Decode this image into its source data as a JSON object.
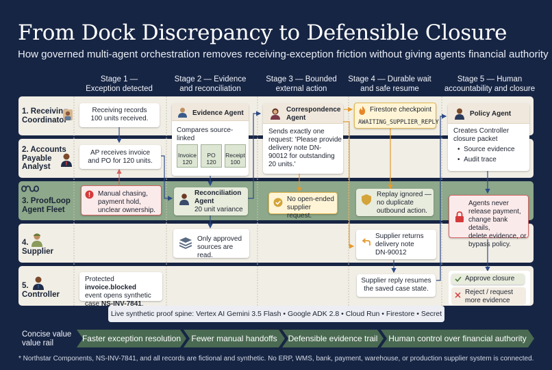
{
  "title": "From Dock Discrepancy to Defensible Closure",
  "subtitle": "How governed multi-agent orchestration removes receiving-exception friction without giving agents financial authority",
  "stages": [
    {
      "line1": "Stage 1 —",
      "line2": "Exception detected"
    },
    {
      "line1": "Stage 2 — Evidence",
      "line2": "and reconciliation"
    },
    {
      "line1": "Stage 3 — Bounded",
      "line2": "external action"
    },
    {
      "line1": "Stage 4 — Durable wait",
      "line2": "and safe resume"
    },
    {
      "line1": "Stage 5 — Human",
      "line2": "accountability and closure"
    }
  ],
  "lanes": [
    {
      "line1": "1. Receiving",
      "line2": "Coordinator",
      "line3": ""
    },
    {
      "line1": "2. Accounts",
      "line2": "Payable",
      "line3": "Analyst"
    },
    {
      "line1": "3. ProofLoop",
      "line2": "Agent Fleet",
      "line3": ""
    },
    {
      "line1": "4.",
      "line2": "Supplier",
      "line3": ""
    },
    {
      "line1": "5.",
      "line2": "Controller",
      "line3": ""
    }
  ],
  "cards": {
    "receiving_records": {
      "line1": "Receiving records",
      "line2": "100 units received."
    },
    "ap_receives": {
      "line1": "AP receives invoice",
      "line2": "and PO for 120 units."
    },
    "manual_chasing": {
      "line1": "Manual chasing,",
      "line2": "payment hold,",
      "line3": "unclear ownership."
    },
    "protected": {
      "line1a": "Protected ",
      "line1b": "invoice.blocked",
      "line2": "event opens synthetic",
      "line3a": "case ",
      "line3b": "NS-INV-7841",
      "line3c": "."
    },
    "evidence_agent": {
      "header": "Evidence Agent",
      "line1": "Compares source-",
      "line2": "linked"
    },
    "docs": [
      {
        "line1": "Invoice",
        "line2": "120"
      },
      {
        "line1": "PO",
        "line2": "120"
      },
      {
        "line1": "Receipt",
        "line2": "100"
      }
    ],
    "reconciliation": {
      "line1": "Reconciliation",
      "line2": "Agent",
      "line3": "20 unit variance"
    },
    "approved_sources": {
      "line1": "Only approved",
      "line2": "sources are read."
    },
    "correspondence_agent": {
      "header1": "Correspondence",
      "header2": "Agent",
      "line1": "Sends exactly one",
      "line2": "request: 'Please provide",
      "line3": "delivery note DN-",
      "line4": "90012 for outstanding",
      "line5": "20 units.'"
    },
    "no_open_ended": {
      "line1": "No open-ended",
      "line2": "supplier request."
    },
    "firestore": {
      "header": "Firestore checkpoint",
      "code": "AWAITING_SUPPLIER_REPLY"
    },
    "replay_ignored": {
      "line1": "Replay ignored —",
      "line2": "no duplicate",
      "line3": "outbound action."
    },
    "supplier_returns": {
      "line1": "Supplier returns",
      "line2": "delivery note",
      "line3": "DN-90012"
    },
    "supplier_reply": {
      "line1": "Supplier reply resumes",
      "line2": "the saved case state."
    },
    "policy_agent": {
      "header": "Policy Agent",
      "line1": "Creates Controller",
      "line2": "closure packet",
      "bullet1": "Source evidence",
      "bullet2": "Audit trace"
    },
    "agents_never": {
      "line1": "Agents never",
      "line2": "release payment,",
      "line3": "change bank details,",
      "line4": "delete evidence, or",
      "line5": "bypass policy."
    },
    "approve_closure": {
      "label": "Approve closure"
    },
    "reject_request": {
      "line1": "Reject / request",
      "line2": "more evidence"
    }
  },
  "proof_spine": "Live synthetic proof spine: Vertex AI Gemini 3.5 Flash • Google ADK 2.8 • Cloud Run • Firestore • Secret Manager",
  "value_rail": {
    "label1": "Concise value",
    "label2": "value rail",
    "items": [
      "Faster exception resolution",
      "Fewer manual handoffs",
      "Defensible evidence trail",
      "Human control over financial authority"
    ]
  },
  "disclaimer": "* Northstar Components, NS-INV-7841, and all records are fictional and synthetic. No ERP, WMS, bank, payment, warehouse, or production supplier system is connected.",
  "colors": {
    "background": "#172544",
    "lane_light": "#f1eee6",
    "lane_agent": "#8da88a",
    "rail": "#4a6a52",
    "arrow": "#2d4a86",
    "arrow_orange": "#e39a2d",
    "warn": "#d56363"
  }
}
